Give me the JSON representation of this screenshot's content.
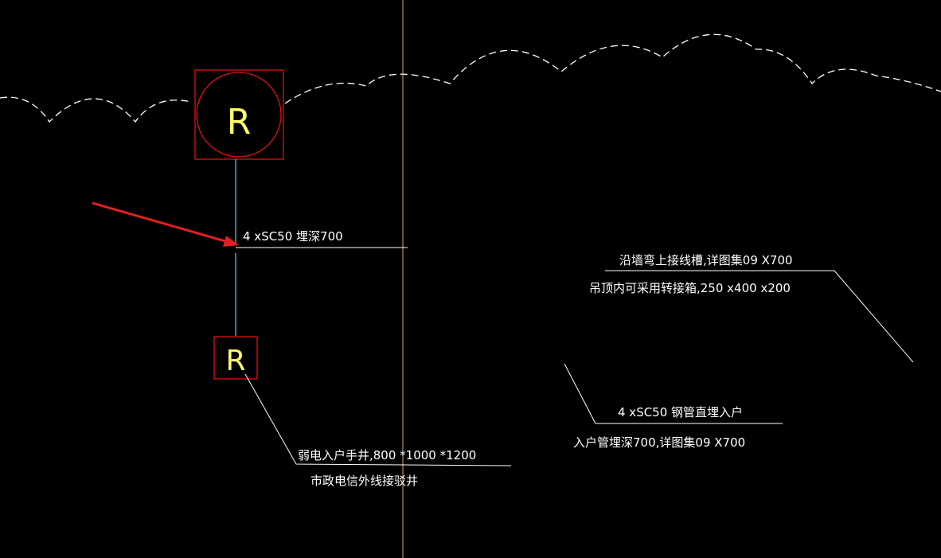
{
  "colors": {
    "background": "#000000",
    "annotation": "#ffffff",
    "conduit": "#33d6e6",
    "symbol_frame": "#e01010",
    "symbol_text": "#ffff66",
    "crosshair": "#e8a080",
    "arrow": "#e02020"
  },
  "symbols": {
    "upper_letter": "R",
    "lower_letter": "R"
  },
  "annotations": {
    "conduit_label": "4 xSC50 埋深700",
    "wall_trunking_line1": "沿墙弯上接线槽,详图集09 X700",
    "wall_trunking_line2": "吊顶内可采用转接箱,250 x400 x200",
    "entry_pipe_line1": "4 xSC50 钢管直埋入户",
    "entry_pipe_line2": "入户管埋深700,详图集09 X700",
    "handhole_line1": "弱电入户手井,800 *1000 *1200",
    "handhole_line2": "市政电信外线接驳井"
  }
}
